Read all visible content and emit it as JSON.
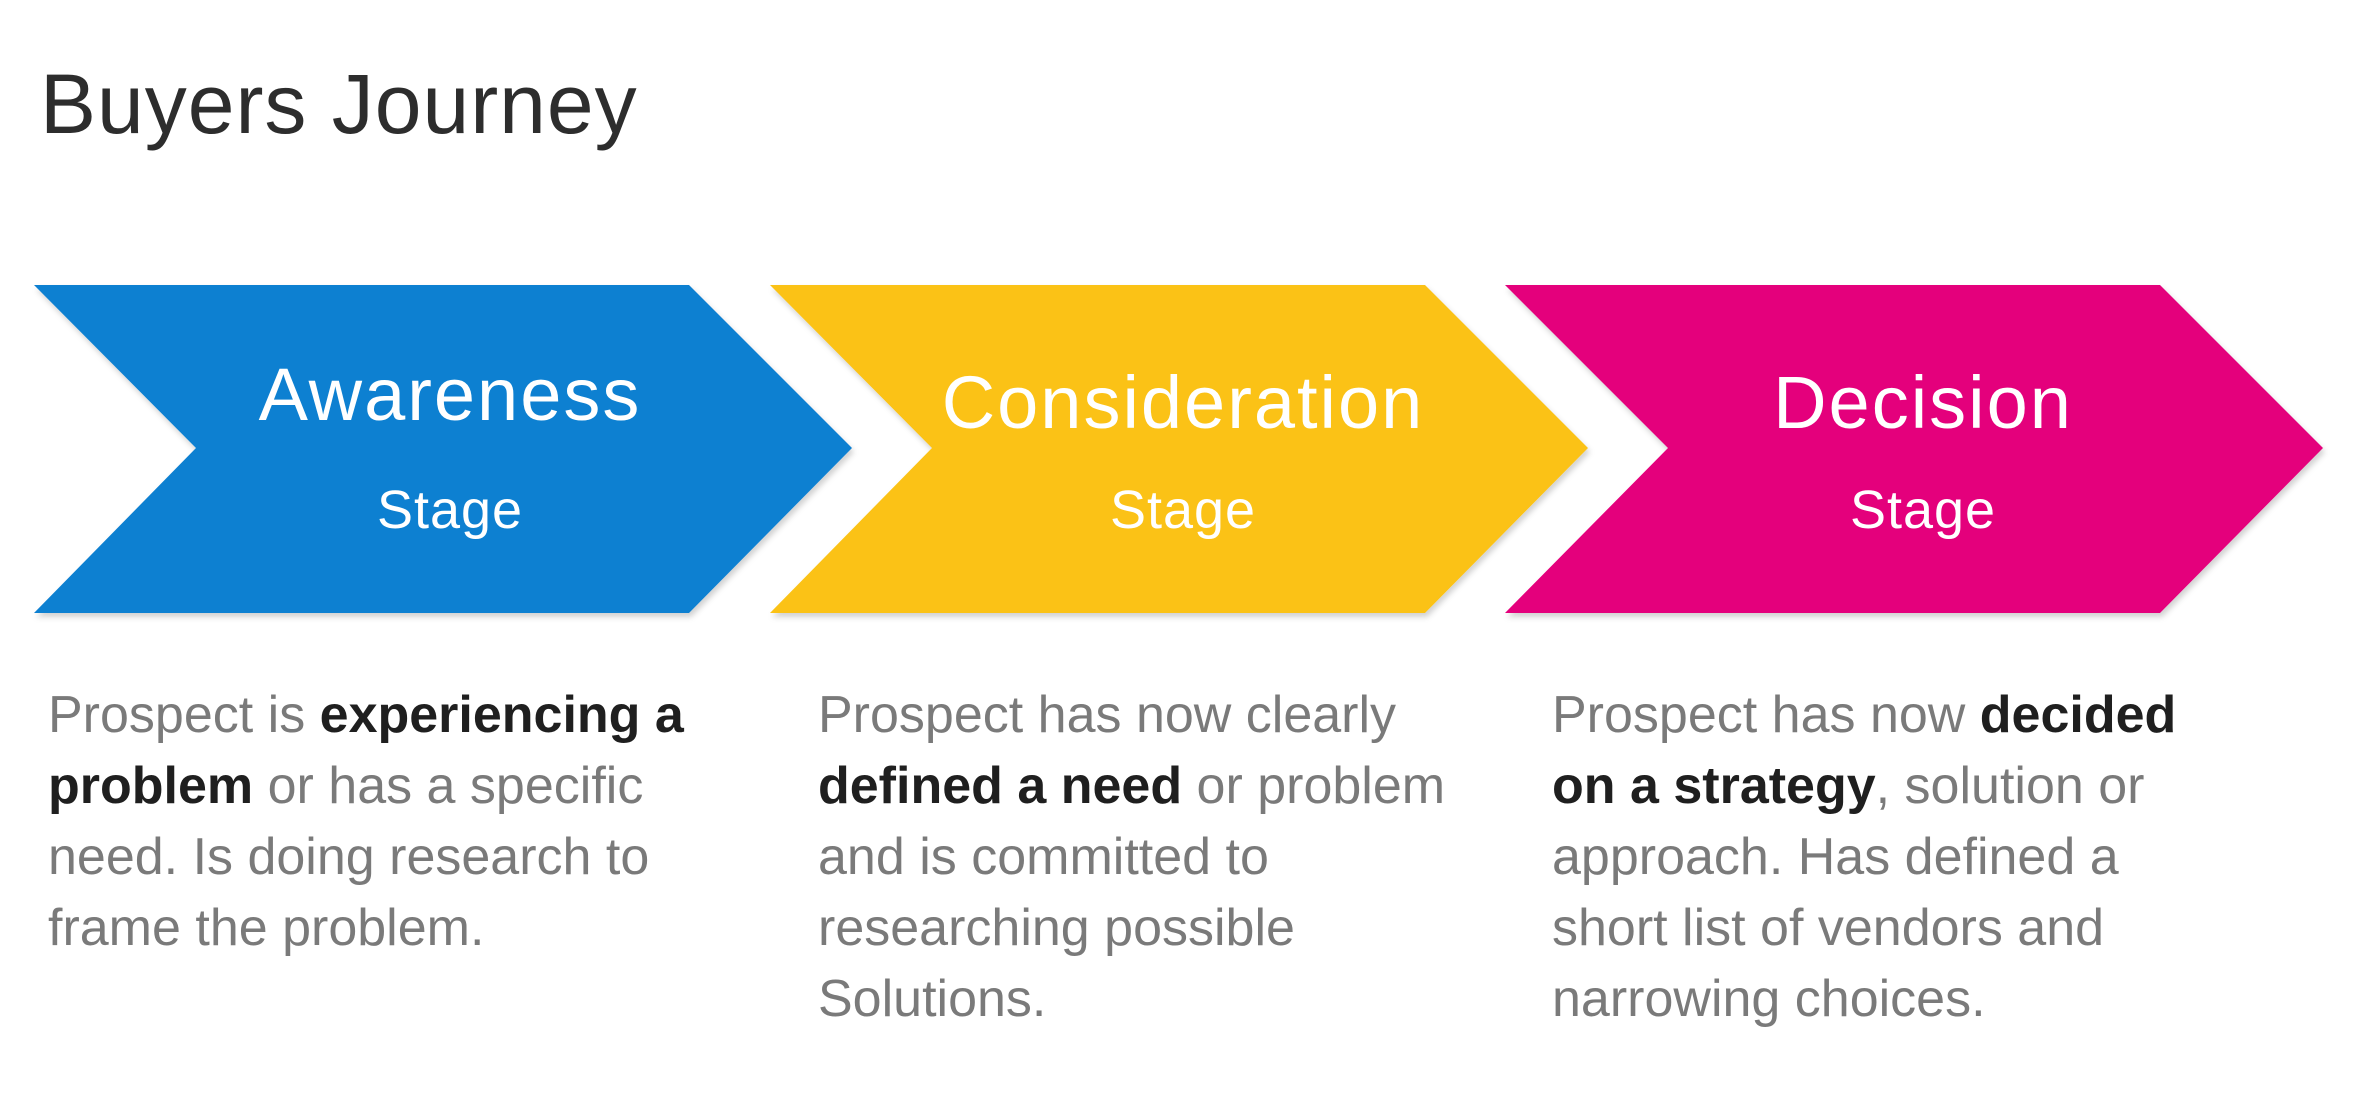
{
  "title": "Buyers Journey",
  "colors": {
    "awareness": "#0f80d1",
    "consideration": "#fbc212",
    "decision": "#e4047c",
    "title_text": "#2d2d2d",
    "body_text": "#7a7a7a",
    "emphasis_text": "#1f1f1f"
  },
  "stages": [
    {
      "name": "Awareness",
      "sub": "Stage",
      "description": {
        "lines": [
          [
            "Prospect is ",
            "experiencing a",
            ""
          ],
          [
            "",
            "problem",
            " or has a specific"
          ],
          [
            "need. Is doing research to",
            "",
            ""
          ],
          [
            "frame the problem.",
            "",
            ""
          ]
        ]
      }
    },
    {
      "name": "Consideration",
      "sub": "Stage",
      "description": {
        "lines": [
          [
            "Prospect has now clearly",
            "",
            ""
          ],
          [
            "",
            "defined a need",
            " or problem"
          ],
          [
            "and is committed to",
            "",
            ""
          ],
          [
            "researching possible",
            "",
            ""
          ],
          [
            "Solutions.",
            "",
            ""
          ]
        ]
      }
    },
    {
      "name": "Decision",
      "sub": "Stage",
      "description": {
        "lines": [
          [
            "Prospect has now ",
            "decided",
            ""
          ],
          [
            "",
            "on a strategy",
            ", solution or"
          ],
          [
            " approach. Has defined a",
            "",
            ""
          ],
          [
            "short list of vendors and",
            "",
            ""
          ],
          [
            "narrowing choices.",
            "",
            ""
          ]
        ]
      }
    }
  ]
}
